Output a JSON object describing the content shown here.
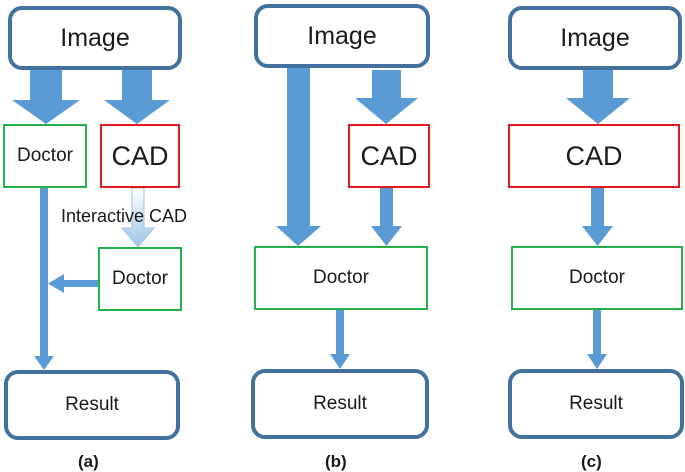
{
  "diagrams": [
    {
      "caption": "(a)",
      "image_label": "Image",
      "doctor_label": "Doctor",
      "cad_label": "CAD",
      "interactive_label": "Interactive CAD",
      "doctor2_label": "Doctor",
      "result_label": "Result"
    },
    {
      "caption": "(b)",
      "image_label": "Image",
      "cad_label": "CAD",
      "doctor_label": "Doctor",
      "result_label": "Result"
    },
    {
      "caption": "(c)",
      "image_label": "Image",
      "cad_label": "CAD",
      "doctor_label": "Doctor",
      "result_label": "Result"
    }
  ],
  "colors": {
    "terminal_border": "#41719c",
    "doctor_border": "#22b04b",
    "cad_border": "#e0191d",
    "arrow_fill": "#5b9bd5"
  }
}
